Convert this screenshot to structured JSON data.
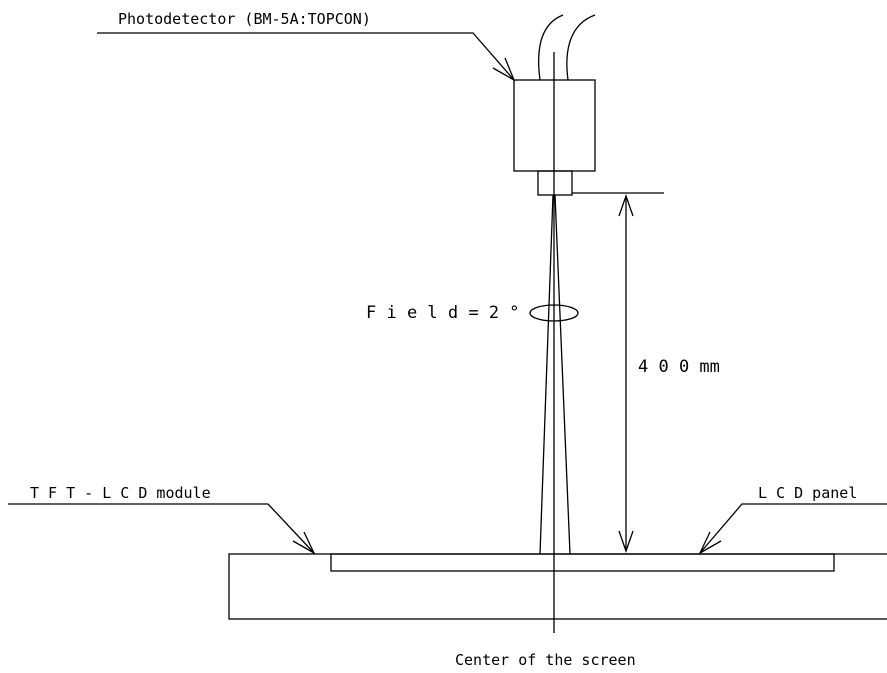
{
  "labels": {
    "photodetector": "Photodetector (BM-5A:TOPCON)",
    "field": "F i e l d = 2 °",
    "distance": "4 0 0 mm",
    "tft_module": "T F T - L C D module",
    "lcd_panel": "L C D panel",
    "center": "Center of the screen"
  },
  "colors": {
    "line": "#000000",
    "background": "#ffffff"
  }
}
